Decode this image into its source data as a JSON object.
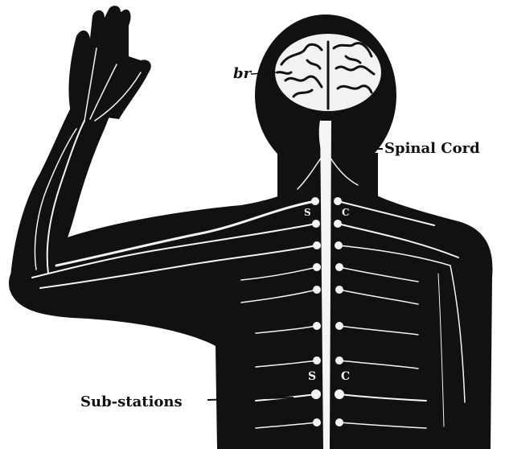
{
  "labels": {
    "brain": "br",
    "spinal_cord": "Spinal Cord",
    "sc_upper": "S",
    "c_upper": "C",
    "sc_lower": "S",
    "c_lower": "C",
    "substations": "Sub-stations"
  },
  "colors": {
    "ink": "#111111",
    "paper": "#ffffff",
    "nerve": "#f4f4f4"
  }
}
